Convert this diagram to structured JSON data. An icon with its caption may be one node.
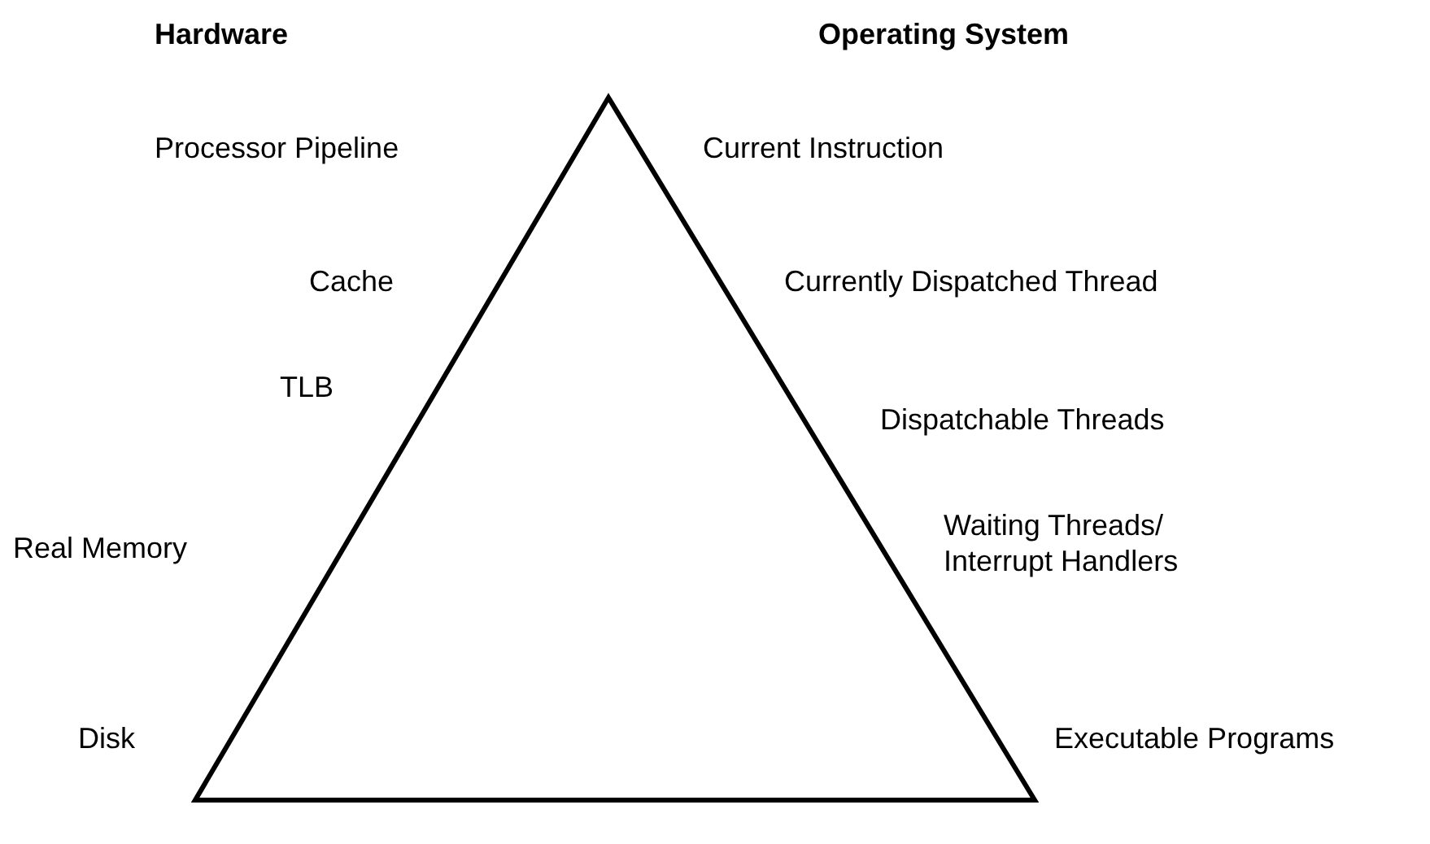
{
  "diagram": {
    "labels": [
      "Hardware",
      "Operating System",
      "Processor Pipeline",
      "Current Instruction",
      "Cache",
      "Currently Dispatched Thread",
      "TLB",
      "Dispatchable Threads",
      "Waiting Threads/ Interrupt Handlers",
      "Real Memory",
      "Disk",
      "Executable Programs"
    ]
  }
}
